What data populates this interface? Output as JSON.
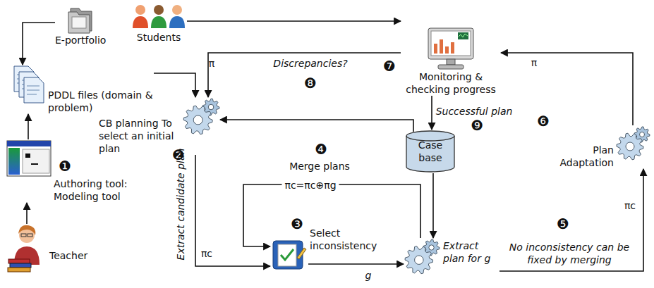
{
  "diagram": {
    "nodes": [
      {
        "text": [
          "E-portfolio"
        ]
      },
      {
        "text": [
          "Students"
        ]
      },
      {
        "text": [
          "PDDL files (domain & problem)"
        ]
      },
      {
        "text": [
          "Monitoring & checking progress"
        ]
      },
      {
        "text": [
          "CB planning To select an initial plan"
        ]
      },
      {
        "text": [
          "Case base"
        ]
      },
      {
        "text": [
          "Plan Adaptation"
        ]
      },
      {
        "text": [
          "Select inconsistency"
        ]
      },
      {
        "text": [
          "Extract plan for g"
        ]
      },
      {
        "text": [
          "Authoring tool: Modeling tool"
        ]
      },
      {
        "text": [
          "Teacher"
        ]
      }
    ],
    "edges": [
      {
        "from": 0,
        "to": 2,
        "arrow": "to"
      },
      {
        "from": 1,
        "to": 3,
        "arrow": "to"
      },
      {
        "from": 2,
        "to": 4,
        "arrow": "to"
      },
      {
        "from": 3,
        "to": 4,
        "label": "Discrepancies?",
        "arrow": "to"
      },
      {
        "from": 5,
        "to": 4,
        "arrow": "to"
      },
      {
        "from": 4,
        "to": 7,
        "label": "Extract candidate plan",
        "arrow": "to"
      },
      {
        "from": 7,
        "to": 8,
        "label": "g",
        "arrow": "to"
      },
      {
        "from": 8,
        "to": 7,
        "label": "πc=πc⊕πg",
        "arrow": "to"
      },
      {
        "from": 5,
        "to": 8,
        "arrow": "to"
      },
      {
        "from": 3,
        "to": 5,
        "label": "Successful plan",
        "arrow": "to"
      },
      {
        "from": 8,
        "to": 6,
        "label": "No inconsistency can be fixed by merging",
        "arrow": "to"
      },
      {
        "from": 6,
        "to": 3,
        "label": "π",
        "arrow": "to"
      },
      {
        "from": 10,
        "to": 9,
        "arrow": "to"
      },
      {
        "from": 9,
        "to": 2,
        "arrow": "to"
      }
    ],
    "labels": [
      "❶",
      "❷",
      "❸",
      "❹",
      "❺",
      "❻",
      "❼",
      "❽",
      "❾",
      "Merge plans",
      "π",
      "πc",
      "πc"
    ]
  }
}
